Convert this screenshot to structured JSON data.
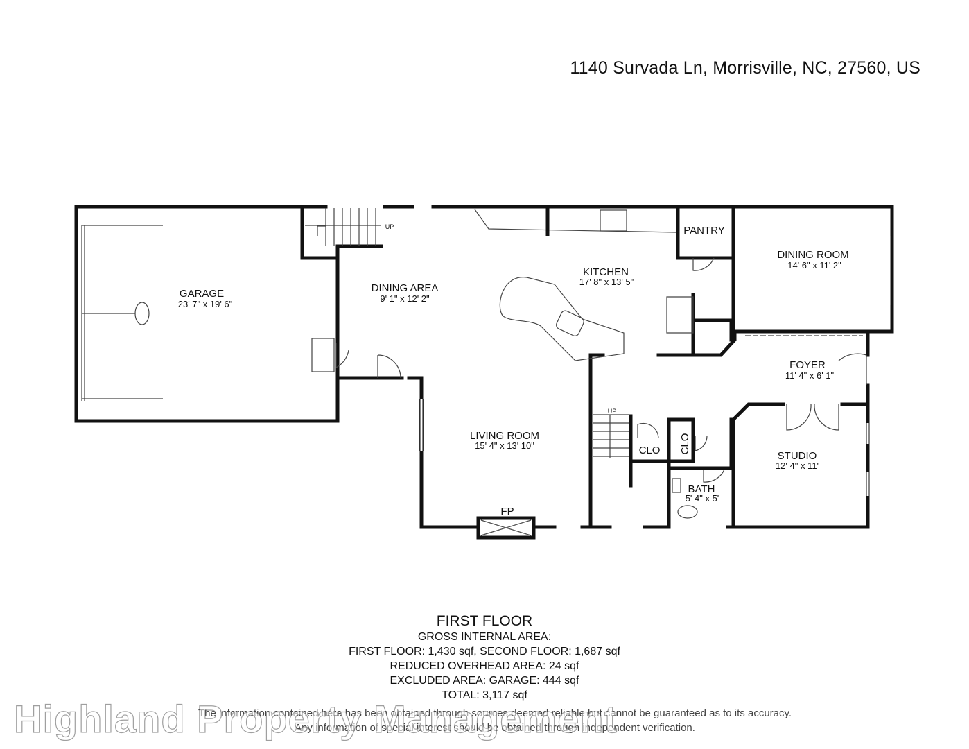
{
  "address": "1140 Survada Ln, Morrisville, NC, 27560, US",
  "rooms": {
    "garage": {
      "name": "GARAGE",
      "dims": "23' 7\" x 19' 6\""
    },
    "dining_area": {
      "name": "DINING AREA",
      "dims": "9' 1\" x 12' 2\""
    },
    "kitchen": {
      "name": "KITCHEN",
      "dims": "17' 8\" x 13' 5\""
    },
    "pantry": {
      "name": "PANTRY"
    },
    "dining_room": {
      "name": "DINING ROOM",
      "dims": "14' 6\" x 11' 2\""
    },
    "foyer": {
      "name": "FOYER",
      "dims": "11' 4\" x 6' 1\""
    },
    "living_room": {
      "name": "LIVING ROOM",
      "dims": "15' 4\" x 13' 10\""
    },
    "studio": {
      "name": "STUDIO",
      "dims": "12' 4\" x 11'"
    },
    "bath": {
      "name": "BATH",
      "dims": "5' 4\" x 5'"
    },
    "closet_1": {
      "name": "CLO"
    },
    "closet_2": {
      "name": "CLO"
    },
    "fireplace": {
      "name": "FP"
    },
    "stairs_up_1": {
      "name": "UP"
    },
    "stairs_up_2": {
      "name": "UP"
    }
  },
  "summary": {
    "title": "FIRST FLOOR",
    "lines": [
      "GROSS INTERNAL AREA:",
      "FIRST FLOOR: 1,430 sqf, SECOND FLOOR: 1,687 sqf",
      "REDUCED OVERHEAD AREA: 24 sqf",
      "EXCLUDED AREA: GARAGE: 444 sqf",
      "TOTAL: 3,117 sqf"
    ]
  },
  "disclaimer": [
    "The information contained here has been obtained through sources deemed reliable but cannot be guaranteed as to its accuracy.",
    "Any information of special interest should be obtained through independent verification."
  ],
  "watermark": "Highland Property Management"
}
